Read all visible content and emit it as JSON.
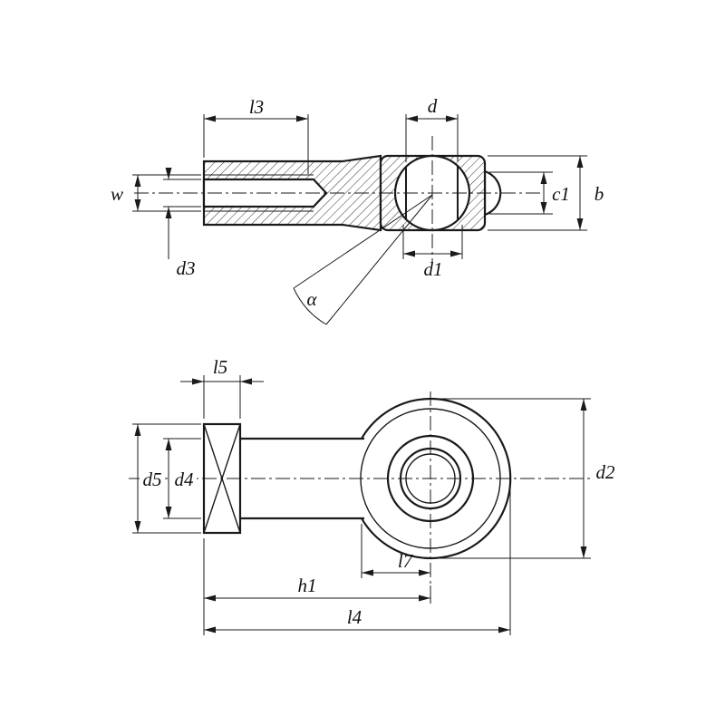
{
  "drawing": {
    "type": "technical-dimension-drawing",
    "subject": "rod-end-bearing-with-female-thread",
    "colors": {
      "line": "#1a1a1a",
      "background": "#ffffff"
    },
    "section_view": {
      "dim_l3": "l3",
      "dim_d": "d",
      "dim_w": "w",
      "dim_d3": "d3",
      "dim_c1": "c1",
      "dim_b": "b",
      "dim_d1": "d1",
      "dim_alpha": "α"
    },
    "plan_view": {
      "dim_l5": "l5",
      "dim_d5": "d5",
      "dim_d4": "d4",
      "dim_d2": "d2",
      "dim_l7": "l7",
      "dim_h1": "h1",
      "dim_l4": "l4"
    }
  }
}
